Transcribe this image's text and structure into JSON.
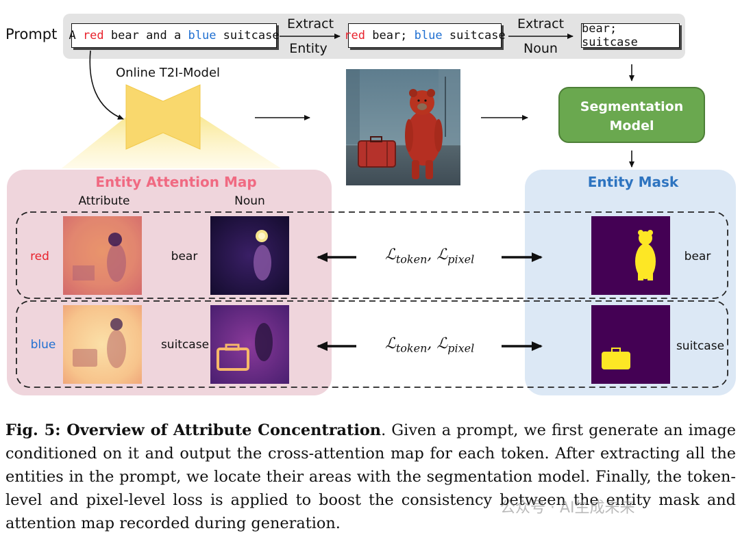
{
  "prompt_row": {
    "label": "Prompt",
    "prompt_text": {
      "pre": "A ",
      "red": "red",
      "mid": " bear and a ",
      "blue": "blue",
      "post": " suitcase"
    },
    "extract_entity_top": "Extract",
    "extract_entity_bottom": "Entity",
    "entity_text": {
      "red": "red",
      "mid": " bear; ",
      "blue": "blue",
      "post": " suitcase"
    },
    "extract_noun_top": "Extract",
    "extract_noun_bottom": "Noun",
    "noun_text": "bear; suitcase"
  },
  "model_label": "Online T2I-Model",
  "segmentation": {
    "line1": "Segmentation",
    "line2": "Model"
  },
  "attention_panel": {
    "title": "Entity Attention Map",
    "col_attribute": "Attribute",
    "col_noun": "Noun"
  },
  "mask_panel": {
    "title": "Entity Mask"
  },
  "rows": [
    {
      "attribute": "red",
      "noun": "bear",
      "loss": "ℒtoken, ℒpixel",
      "mask_word": "bear"
    },
    {
      "attribute": "blue",
      "noun": "suitcase",
      "loss": "ℒtoken, ℒpixel",
      "mask_word": "suitcase"
    }
  ],
  "loss": {
    "symbol": "ℒ",
    "sub1": "token",
    "sub2": "pixel"
  },
  "caption": {
    "label": "Fig. 5: Overview of Attribute Concentration",
    "text": ". Given a prompt, we first generate an image conditioned on it and output the cross-attention map for each token. After extracting all the entities in the prompt, we locate their areas with the segmentation model. Finally, the token-level and pixel-level loss is applied to boost the consistency between the entity mask and attention map recorded during generation."
  },
  "watermark": "公众号 · AI生成未来",
  "colors": {
    "attention_title": "#f06a82",
    "mask_title": "#2e74c0",
    "attention_panel_bg": "#efd5dc",
    "mask_panel_bg": "#dce8f5",
    "segmentation_fill": "#6aa84f",
    "model_fill": "#f7d56a",
    "red_word": "#e8222c",
    "blue_word": "#1f6fd1"
  }
}
